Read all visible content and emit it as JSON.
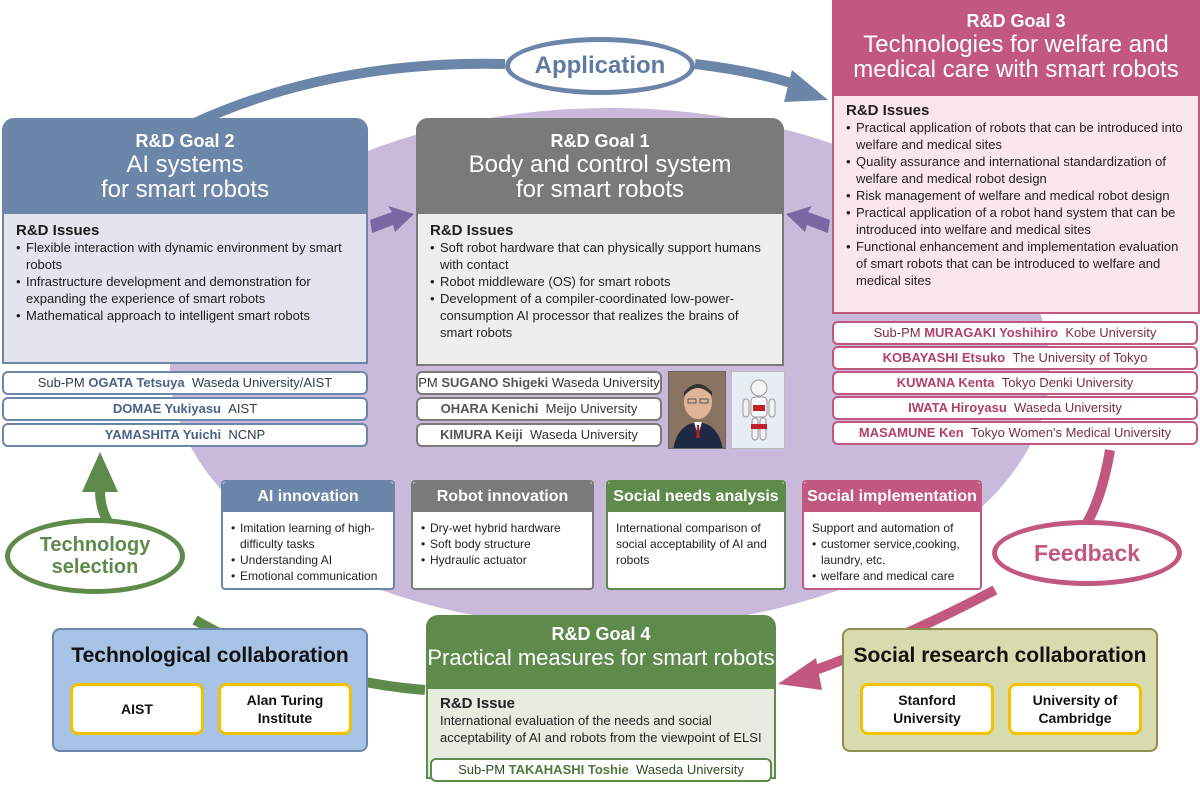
{
  "goal2": {
    "title": "R&D Goal 2",
    "subtitle_1": "AI systems",
    "subtitle_2": "for smart robots",
    "issues_title": "R&D Issues",
    "issues": [
      "Flexible interaction with dynamic environment by smart robots",
      "Infrastructure development and demonstration for expanding the experience of smart robots",
      "Mathematical approach to intelligent smart robots"
    ],
    "members": [
      {
        "role": "Sub-PM",
        "name": "OGATA Tetsuya",
        "affiliation": "Waseda University/AIST"
      },
      {
        "role": "",
        "name": "DOMAE Yukiyasu",
        "affiliation": "AIST"
      },
      {
        "role": "",
        "name": "YAMASHITA Yuichi",
        "affiliation": "NCNP"
      }
    ]
  },
  "goal1": {
    "title": "R&D Goal 1",
    "subtitle_1": "Body and control system",
    "subtitle_2": "for smart robots",
    "issues_title": "R&D Issues",
    "issues": [
      "Soft robot hardware that can physically support humans with contact",
      "Robot middleware (OS) for smart robots",
      "Development of a compiler-coordinated low-power-consumption AI processor that realizes the brains of smart robots"
    ],
    "members": [
      {
        "role": "PM",
        "name": "SUGANO Shigeki",
        "affiliation": "Waseda University"
      },
      {
        "role": "",
        "name": "OHARA Kenichi",
        "affiliation": "Meijo University"
      },
      {
        "role": "",
        "name": "KIMURA Keiji",
        "affiliation": "Waseda University"
      }
    ]
  },
  "goal3": {
    "title": "R&D Goal 3",
    "subtitle_1": "Technologies for welfare and",
    "subtitle_2": "medical care with smart robots",
    "issues_title": "R&D Issues",
    "issues": [
      "Practical application of robots that can be introduced into welfare and medical sites",
      "Quality assurance and international standardization of welfare and medical robot design",
      "Risk management of welfare and medical robot design",
      "Practical application of a robot hand system that can be introduced into welfare and medical sites",
      "Functional enhancement and implementation evaluation of smart robots that can be introduced to welfare and medical sites"
    ],
    "members": [
      {
        "role": "Sub-PM",
        "name": "MURAGAKI Yoshihiro",
        "affiliation": "Kobe University"
      },
      {
        "role": "",
        "name": "KOBAYASHI Etsuko",
        "affiliation": "The University of Tokyo"
      },
      {
        "role": "",
        "name": "KUWANA Kenta",
        "affiliation": "Tokyo Denki University"
      },
      {
        "role": "",
        "name": "IWATA Hiroyasu",
        "affiliation": "Waseda University"
      },
      {
        "role": "",
        "name": "MASAMUNE Ken",
        "affiliation": "Tokyo Women's Medical University"
      }
    ]
  },
  "goal4": {
    "title": "R&D Goal 4",
    "subtitle": "Practical measures for smart robots",
    "issue_title": "R&D Issue",
    "issue_text": "International evaluation of the needs and social acceptability of AI and robots from the viewpoint of ELSI",
    "member": {
      "role": "Sub-PM",
      "name": "TAKAHASHI Toshie",
      "affiliation": "Waseda University"
    }
  },
  "flows": {
    "application": "Application",
    "technology_selection_1": "Technology",
    "technology_selection_2": "selection",
    "feedback": "Feedback"
  },
  "innovation": {
    "ai": {
      "title": "AI innovation",
      "items": [
        "Imitation learning of high-difficulty tasks",
        "Understanding AI",
        "Emotional communication"
      ]
    },
    "robot": {
      "title": "Robot innovation",
      "items": [
        "Dry-wet hybrid hardware",
        "Soft body structure",
        "Hydraulic actuator"
      ]
    },
    "social_needs": {
      "title": "Social needs analysis",
      "text": "International comparison of social acceptability of AI and robots"
    },
    "social_impl": {
      "title": "Social implementation",
      "intro": "Support and automation of",
      "items": [
        "customer service,cooking, laundry, etc.",
        "welfare and medical care"
      ]
    }
  },
  "collaboration": {
    "tech": {
      "title": "Technological collaboration",
      "items": [
        "AIST",
        "Alan Turing Institute"
      ]
    },
    "social": {
      "title": "Social research collaboration",
      "items": [
        "Stanford University",
        "University of Cambridge"
      ]
    }
  },
  "colors": {
    "blue": "#6c86a9",
    "gray": "#7a7a7a",
    "pink": "#c2587f",
    "green": "#5e8a4b",
    "ellipse": "#c9b9da",
    "collab_blue": "#a7c3e6",
    "collab_olive": "#d8dbad",
    "highlight_yellow": "#f2c200"
  }
}
